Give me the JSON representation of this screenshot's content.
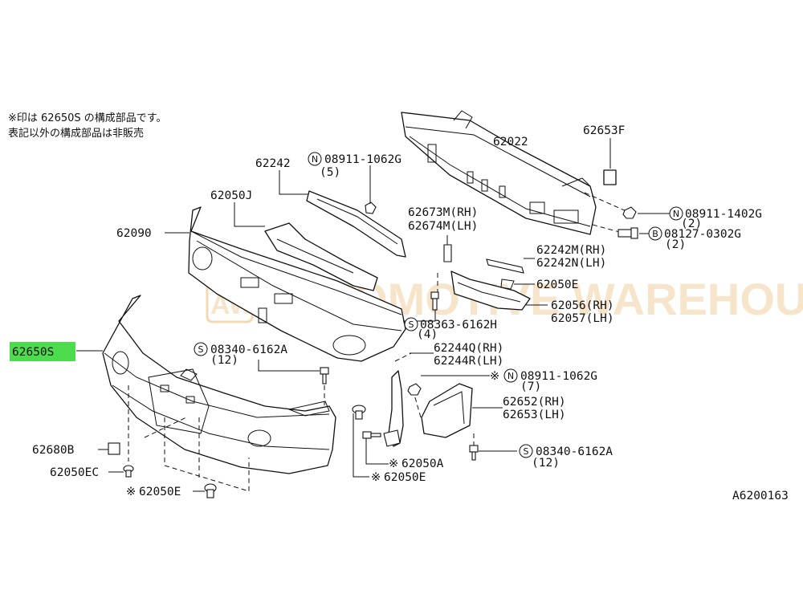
{
  "notes": {
    "line1": "※印は 62650S の構成部品です。",
    "line2": "表記以外の構成部品は非販売"
  },
  "watermark": "AUTOMOTIVE WAREHOUSE",
  "watermark_logo": "AW",
  "figure_id": "A6200163",
  "highlight_color": "#4ddc4d",
  "labels": {
    "p62022": "62022",
    "p62653F": "62653F",
    "p62242": "62242",
    "n1_code": "08911-1062G",
    "n1_qty": "(5)",
    "p62050J": "62050J",
    "p62090": "62090",
    "p62673M": "62673M(RH)",
    "p62674M": "62674M(LH)",
    "n2_code": "08911-1402G",
    "n2_qty": "(2)",
    "b1_code": "08127-0302G",
    "b1_qty": "(2)",
    "p62242M": "62242M(RH)",
    "p62242N": "62242N(LH)",
    "p62050E_top": "62050E",
    "p62056": "62056(RH)",
    "p62057": "62057(LH)",
    "s1_code": "08363-6162H",
    "s1_qty": "(4)",
    "p62650S": "62650S",
    "s2_code": "08340-6162A",
    "s2_qty": "(12)",
    "p62244Q": "62244Q(RH)",
    "p62244R": "62244R(LH)",
    "n3_code": "08911-1062G",
    "n3_qty": "(7)",
    "p62652": "62652(RH)",
    "p62653": "62653(LH)",
    "p62680B": "62680B",
    "p62050EC": "62050EC",
    "p62050A": "62050A",
    "p62050E_mid": "62050E",
    "s3_code": "08340-6162A",
    "s3_qty": "(12)",
    "p62050E_bot": "62050E"
  },
  "symbols": {
    "nut": "N",
    "bolt": "B",
    "screw": "S",
    "star": "※"
  }
}
